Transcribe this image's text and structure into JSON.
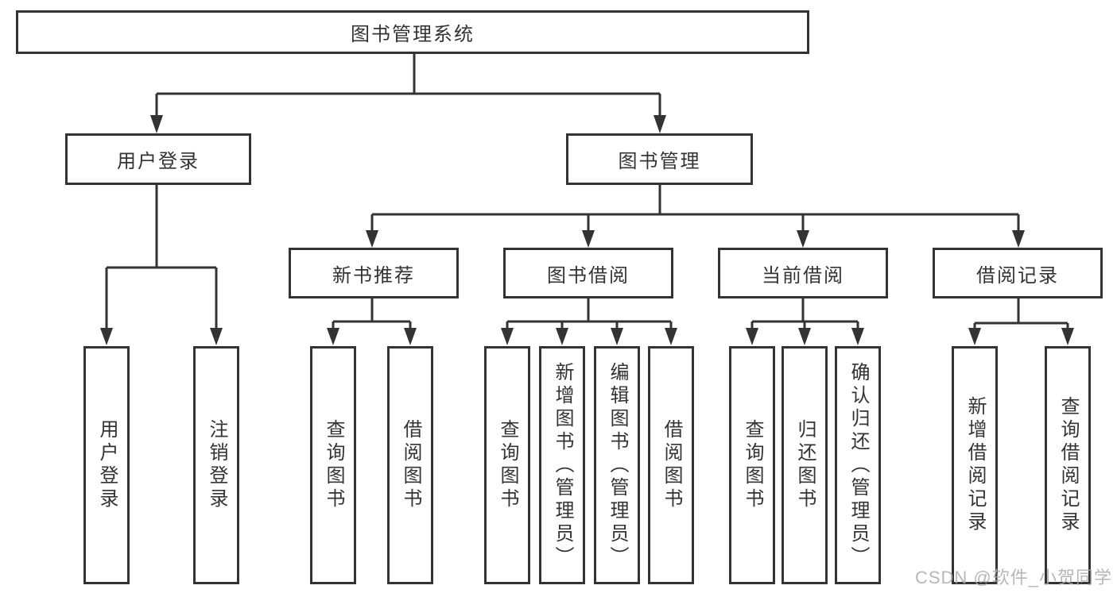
{
  "diagram": {
    "title_node": {
      "label": "图书管理系统"
    },
    "level2": [
      {
        "label": "用户登录"
      },
      {
        "label": "图书管理"
      }
    ],
    "level3": [
      {
        "label": "新书推荐",
        "parent": "图书管理"
      },
      {
        "label": "图书借阅",
        "parent": "图书管理"
      },
      {
        "label": "当前借阅",
        "parent": "图书管理"
      },
      {
        "label": "借阅记录",
        "parent": "图书管理"
      }
    ],
    "leaves": [
      {
        "label": "用户登录",
        "parent": "用户登录"
      },
      {
        "label": "注销登录",
        "parent": "用户登录"
      },
      {
        "label": "查询图书",
        "parent": "新书推荐"
      },
      {
        "label": "借阅图书",
        "parent": "新书推荐"
      },
      {
        "label": "查询图书",
        "parent": "图书借阅"
      },
      {
        "label": "新增图书（管理员）",
        "parent": "图书借阅"
      },
      {
        "label": "编辑图书（管理员）",
        "parent": "图书借阅"
      },
      {
        "label": "借阅图书",
        "parent": "图书借阅"
      },
      {
        "label": "查询图书",
        "parent": "当前借阅"
      },
      {
        "label": "归还图书",
        "parent": "当前借阅"
      },
      {
        "label": "确认归还（管理员）",
        "parent": "当前借阅"
      },
      {
        "label": "新增借阅记录",
        "parent": "借阅记录"
      },
      {
        "label": "查询借阅记录",
        "parent": "借阅记录"
      }
    ]
  },
  "watermark": {
    "text": "CSDN @软件_小贺同学"
  },
  "colors": {
    "line": "#333333",
    "box_border": "#333333",
    "text": "#333333",
    "background": "#ffffff",
    "watermark": "#aaaaaa"
  }
}
